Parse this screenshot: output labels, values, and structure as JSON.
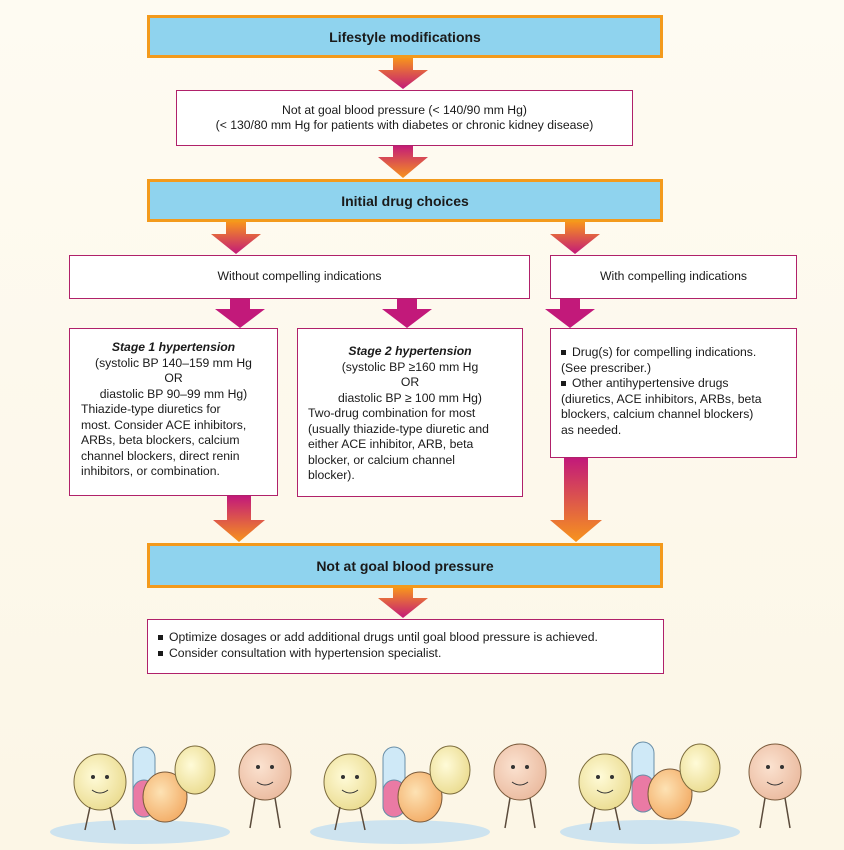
{
  "boxes": {
    "lifestyle": "Lifestyle modifications",
    "not_at_goal_1": {
      "line1": "Not at goal blood pressure (< 140/90 mm Hg)",
      "line2": "(< 130/80 mm Hg for patients with diabetes or chronic kidney disease)"
    },
    "initial": "Initial drug choices",
    "without": "Without compelling indications",
    "with": "With compelling indications",
    "stage1": {
      "title": "Stage 1 hypertension",
      "l1": "(systolic BP 140–159 mm Hg",
      "l2": "OR",
      "l3": "diastolic BP 90–99 mm Hg)",
      "body": [
        "Thiazide-type diuretics for",
        "most. Consider ACE inhibitors,",
        "ARBs, beta blockers, calcium",
        "channel blockers, direct renin",
        "inhibitors, or combination."
      ]
    },
    "stage2": {
      "title": "Stage 2 hypertension",
      "l1": "(systolic BP ≥160 mm Hg",
      "l2": "OR",
      "l3": "diastolic BP ≥ 100 mm Hg)",
      "body": [
        "Two-drug combination for most",
        "(usually thiazide-type diuretic and",
        "either ACE inhibitor, ARB, beta",
        "blocker, or calcium channel",
        "blocker)."
      ]
    },
    "compelling": {
      "b1": [
        "Drug(s) for compelling indications.",
        "(See prescriber.)"
      ],
      "b2": [
        "Other antihypertensive drugs",
        "(diuretics, ACE inhibitors, ARBs, beta",
        "blockers, calcium channel blockers)",
        "as needed."
      ]
    },
    "not_at_goal_2": "Not at goal blood pressure",
    "final": {
      "b1": "Optimize dosages or add additional drugs until goal blood pressure is achieved.",
      "b2": "Consider consultation with hypertension specialist."
    }
  },
  "colors": {
    "box_fill": "#8fd3ee",
    "box_border": "#f39a1c",
    "outline": "#b0216a",
    "arrow_top": "#f7941d",
    "arrow_bottom": "#c2197a"
  }
}
